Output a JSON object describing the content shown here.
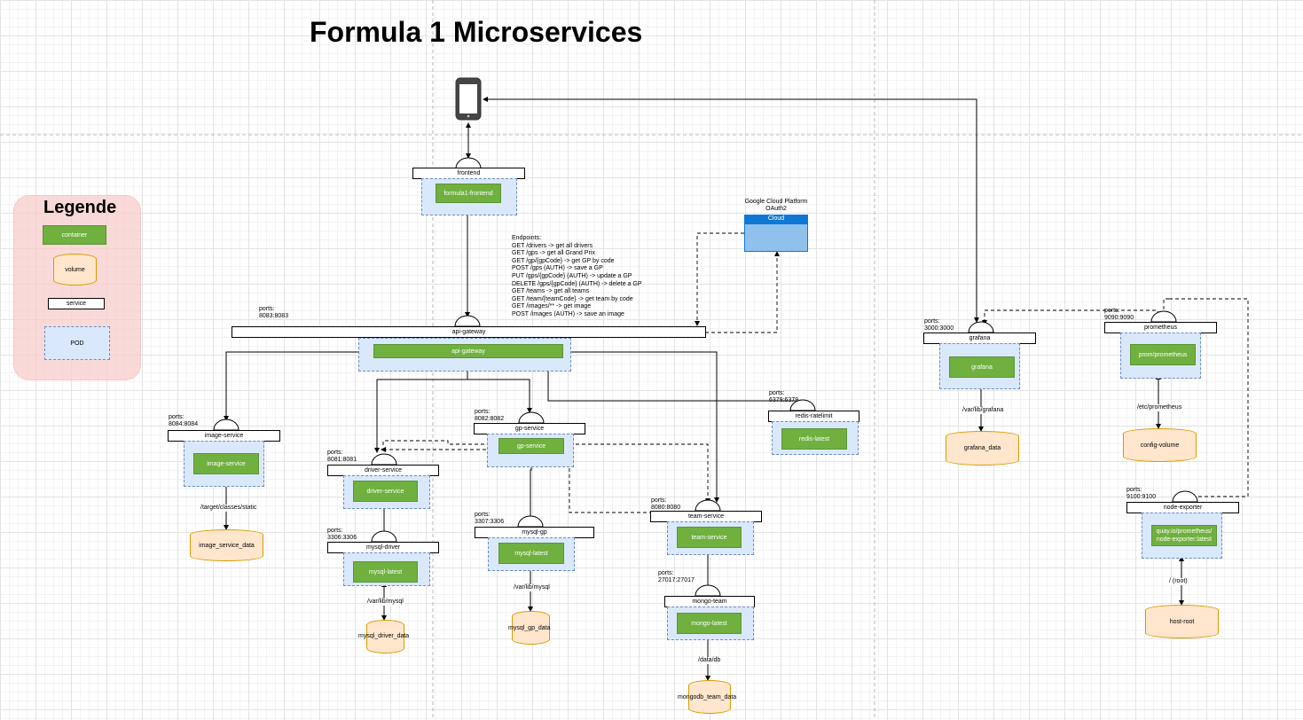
{
  "title": "Formula 1 Microservices",
  "legend": {
    "title": "Legende",
    "container": "container",
    "volume": "volume",
    "service": "service",
    "pod": "POD"
  },
  "cloud": {
    "caption": "Google Cloud Platform OAuth2",
    "header": "Cloud"
  },
  "endpoints": {
    "title": "Endpoints:",
    "lines": [
      "GET /drivers -> get all drivers",
      "GET /gps -> get all Grand Prix",
      "GET /gp/{gpCode} -> get GP by code",
      "POST /gps (AUTH) -> save a GP",
      "PUT /gps/{gpCode} (AUTH) -> update a GP",
      "DELETE /gps/{gpCode} (AUTH) -> delete a GP",
      "GET /teams -> get all teams",
      "GET /team/{teamCode} -> get team by code",
      "GET /images/** -> get image",
      "POST /images (AUTH) -> save an image"
    ]
  },
  "services": {
    "frontend": {
      "name": "frontend",
      "container": "formula1-frontend"
    },
    "api_gateway": {
      "name": "api-gateway",
      "ports": "8083:8083",
      "container": "api-gateway"
    },
    "image_service": {
      "name": "image-service",
      "ports": "8084:8084",
      "container": "image-service",
      "mount": "/target/classes/static",
      "volume": "image_service_data"
    },
    "driver_service": {
      "name": "driver-service",
      "ports": "8081:8081",
      "container": "driver-service"
    },
    "mysql_driver": {
      "name": "mysql-driver",
      "ports": "3306:3306",
      "container": "mysql-latest",
      "mount": "/var/lib/mysql",
      "volume": "mysql_driver_data"
    },
    "gp_service": {
      "name": "gp-service",
      "ports": "8082:8082",
      "container": "gp-service"
    },
    "mysql_gp": {
      "name": "mysql-gp",
      "ports": "3307:3306",
      "container": "mysql-latest",
      "mount": "/var/lib/mysql",
      "volume": "mysql_gp_data"
    },
    "team_service": {
      "name": "team-service",
      "ports": "8080:8080",
      "container": "team-service"
    },
    "mongo_team": {
      "name": "mongo-team",
      "ports": "27017:27017",
      "container": "mongo-latest",
      "mount": "/data/db",
      "volume": "mongodb_team_data"
    },
    "redis": {
      "name": "redis-ratelimit",
      "ports": "6379:6379",
      "container": "redis-latest"
    },
    "grafana": {
      "name": "grafana",
      "ports": "3000:3000",
      "container": "grafana",
      "mount": "/var/lib/grafana",
      "volume": "grafana_data"
    },
    "prometheus": {
      "name": "prometheus",
      "ports": "9090:9090",
      "container": "prom/prometheus",
      "mount": "/etc/prometheus",
      "volume": "config-volume"
    },
    "node_exporter": {
      "name": "node-exporter",
      "ports": "9100:9100",
      "container_line1": "quay.io/prometheus/",
      "container_line2": "node-exporter:latest",
      "mount": "/ (root)",
      "volume": "host-root"
    }
  },
  "ports_prefix": "ports:",
  "colors": {
    "container_fill": "#6fb03f",
    "pod_fill": "#dae8fc",
    "pod_border": "#6c8ebf",
    "volume_fill": "#ffe6cc",
    "volume_border": "#d79b00",
    "legend_fill": "#f8cecc",
    "cloud_blue": "#0f78d4"
  },
  "icons": [
    "smartphone-icon",
    "cloud-icon"
  ]
}
